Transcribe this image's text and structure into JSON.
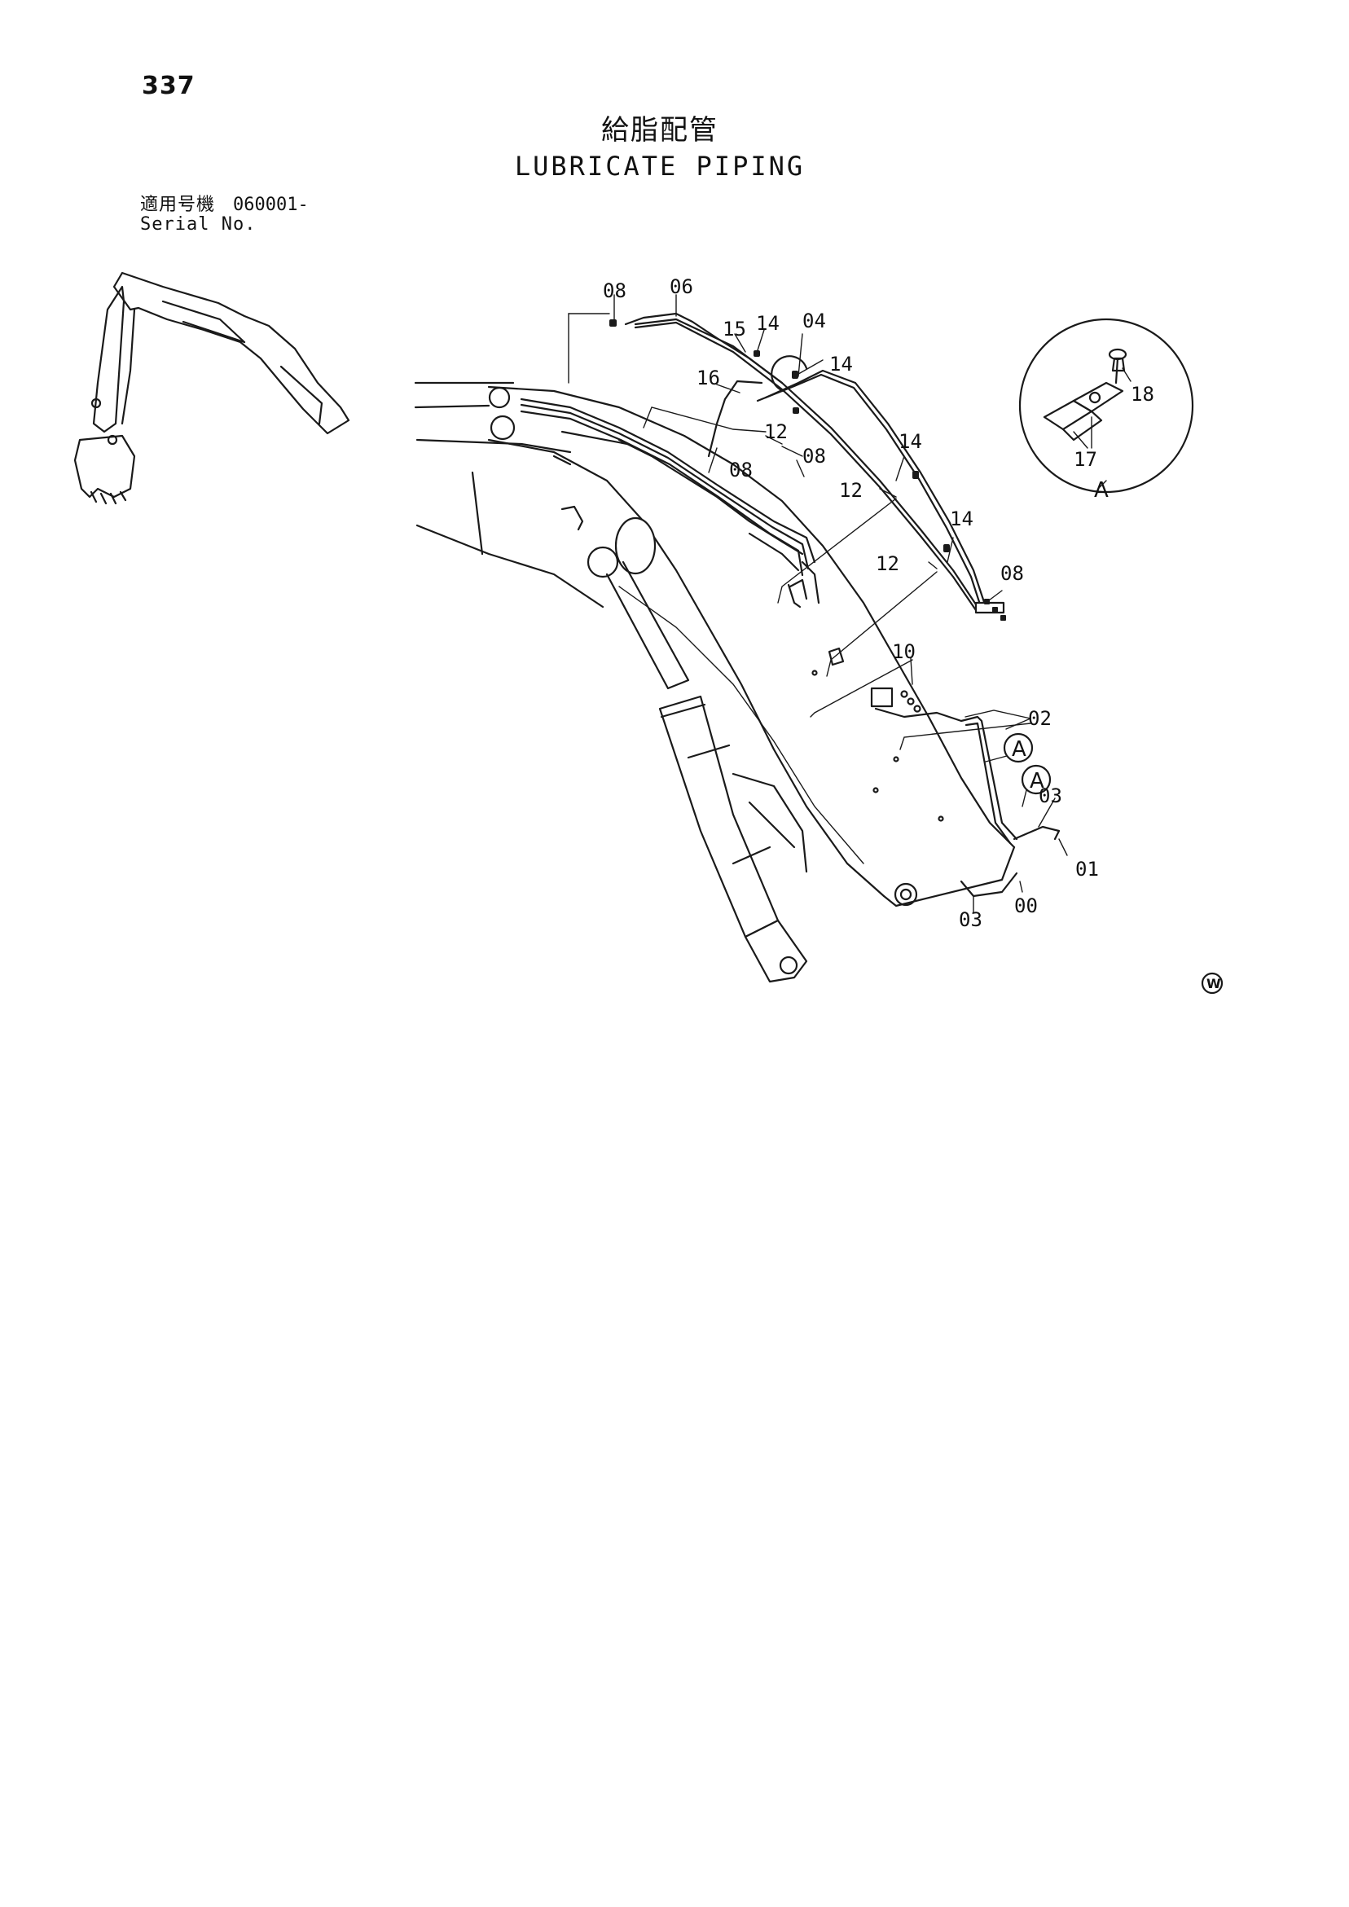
{
  "header": {
    "page_number": "337",
    "title_jp": "給脂配管",
    "title_en": "LUBRICATE PIPING",
    "serial_label_jp": "適用号機",
    "serial_value": "060001-",
    "serial_label_en": "Serial No."
  },
  "diagram": {
    "labels": {
      "l08_top": "08",
      "l06": "06",
      "l15": "15",
      "l14_top": "14",
      "l04": "04",
      "l14_right": "14",
      "l16": "16",
      "l12_a": "12",
      "l08_mid": "08",
      "l08_low": "08",
      "l14_mid": "14",
      "l12_b": "12",
      "l14_low": "14",
      "l12_c": "12",
      "l08_right": "08",
      "l10": "10",
      "l02": "02",
      "l03_right": "03",
      "l01": "01",
      "l03_bottom": "03",
      "l00": "00",
      "l18": "18",
      "l17": "17"
    },
    "detail_callout": "A",
    "ref_marker_1": "A",
    "ref_marker_2": "A",
    "corner_mark": "W"
  }
}
